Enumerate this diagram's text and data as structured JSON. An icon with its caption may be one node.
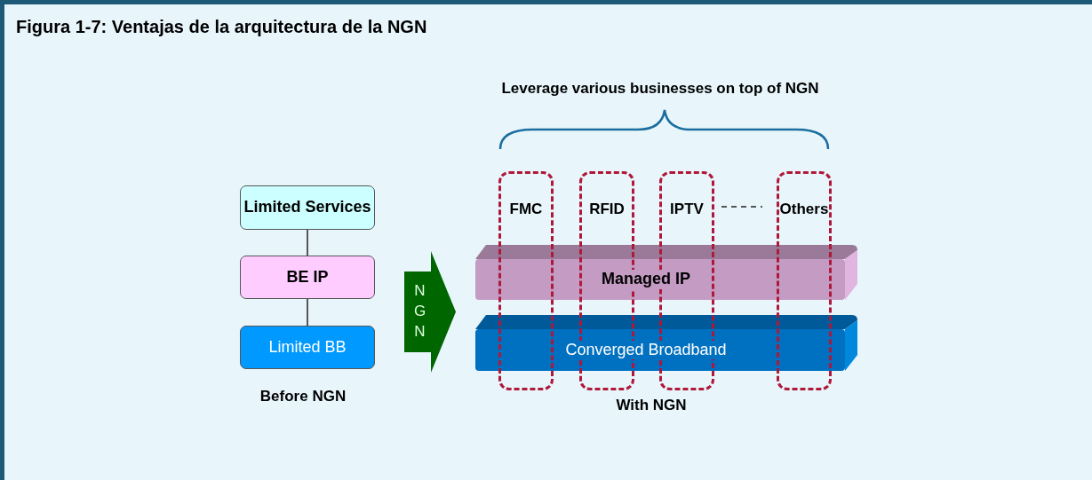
{
  "diagram": {
    "title": "Figura 1-7: Ventajas de la arquitectura de la NGN",
    "nodes": [
      {
        "text": [
          "Limited Services"
        ]
      },
      {
        "text": [
          "BE IP"
        ]
      },
      {
        "text": [
          "Limited BB"
        ]
      },
      {
        "text": [
          "NGN"
        ]
      },
      {
        "text": [
          "Managed IP"
        ]
      },
      {
        "text": [
          "Converged Broadband"
        ]
      },
      {
        "text": [
          "FMC"
        ]
      },
      {
        "text": [
          "RFID"
        ]
      },
      {
        "text": [
          "IPTV"
        ]
      },
      {
        "text": [
          "Others"
        ]
      }
    ],
    "edges": [
      {
        "from": 0,
        "to": 1,
        "arrow": "none"
      },
      {
        "from": 1,
        "to": 2,
        "arrow": "none"
      },
      {
        "from": 8,
        "to": 9,
        "arrow": "none",
        "style": "dashed"
      }
    ],
    "labels": [
      "Leverage various businesses on top of NGN",
      "Before NGN",
      "With NGN"
    ]
  }
}
